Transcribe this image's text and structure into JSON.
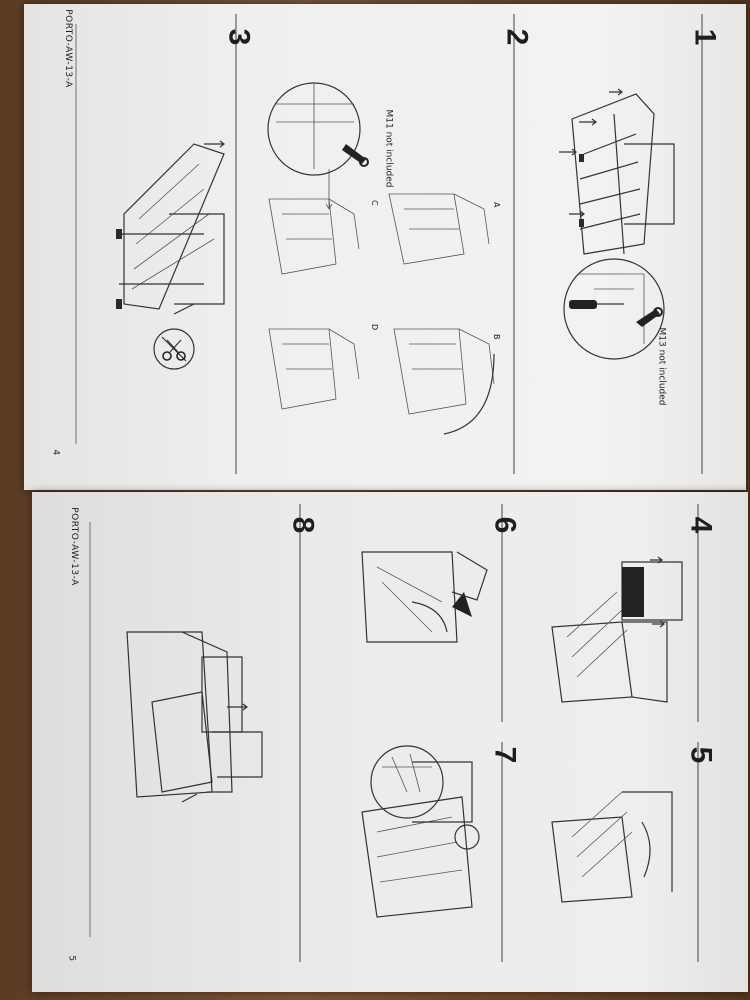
{
  "document": {
    "top_page": {
      "steps": [
        {
          "number": "1",
          "callout": "M13 not included"
        },
        {
          "number": "2",
          "callout": "M11 not included",
          "sub_labels": [
            "A",
            "B",
            "C",
            "D"
          ]
        },
        {
          "number": "3"
        }
      ],
      "footer_code": "PORTO-AW-13-A",
      "page_number": "4"
    },
    "bottom_page": {
      "steps": [
        {
          "number": "4"
        },
        {
          "number": "5"
        },
        {
          "number": "6"
        },
        {
          "number": "7"
        },
        {
          "number": "8"
        }
      ],
      "footer_code": "PORTO-AW-13-A",
      "page_number": "5"
    }
  },
  "icons": [
    "wrench-icon",
    "no-cut-scissors-icon",
    "arrow-icon"
  ]
}
